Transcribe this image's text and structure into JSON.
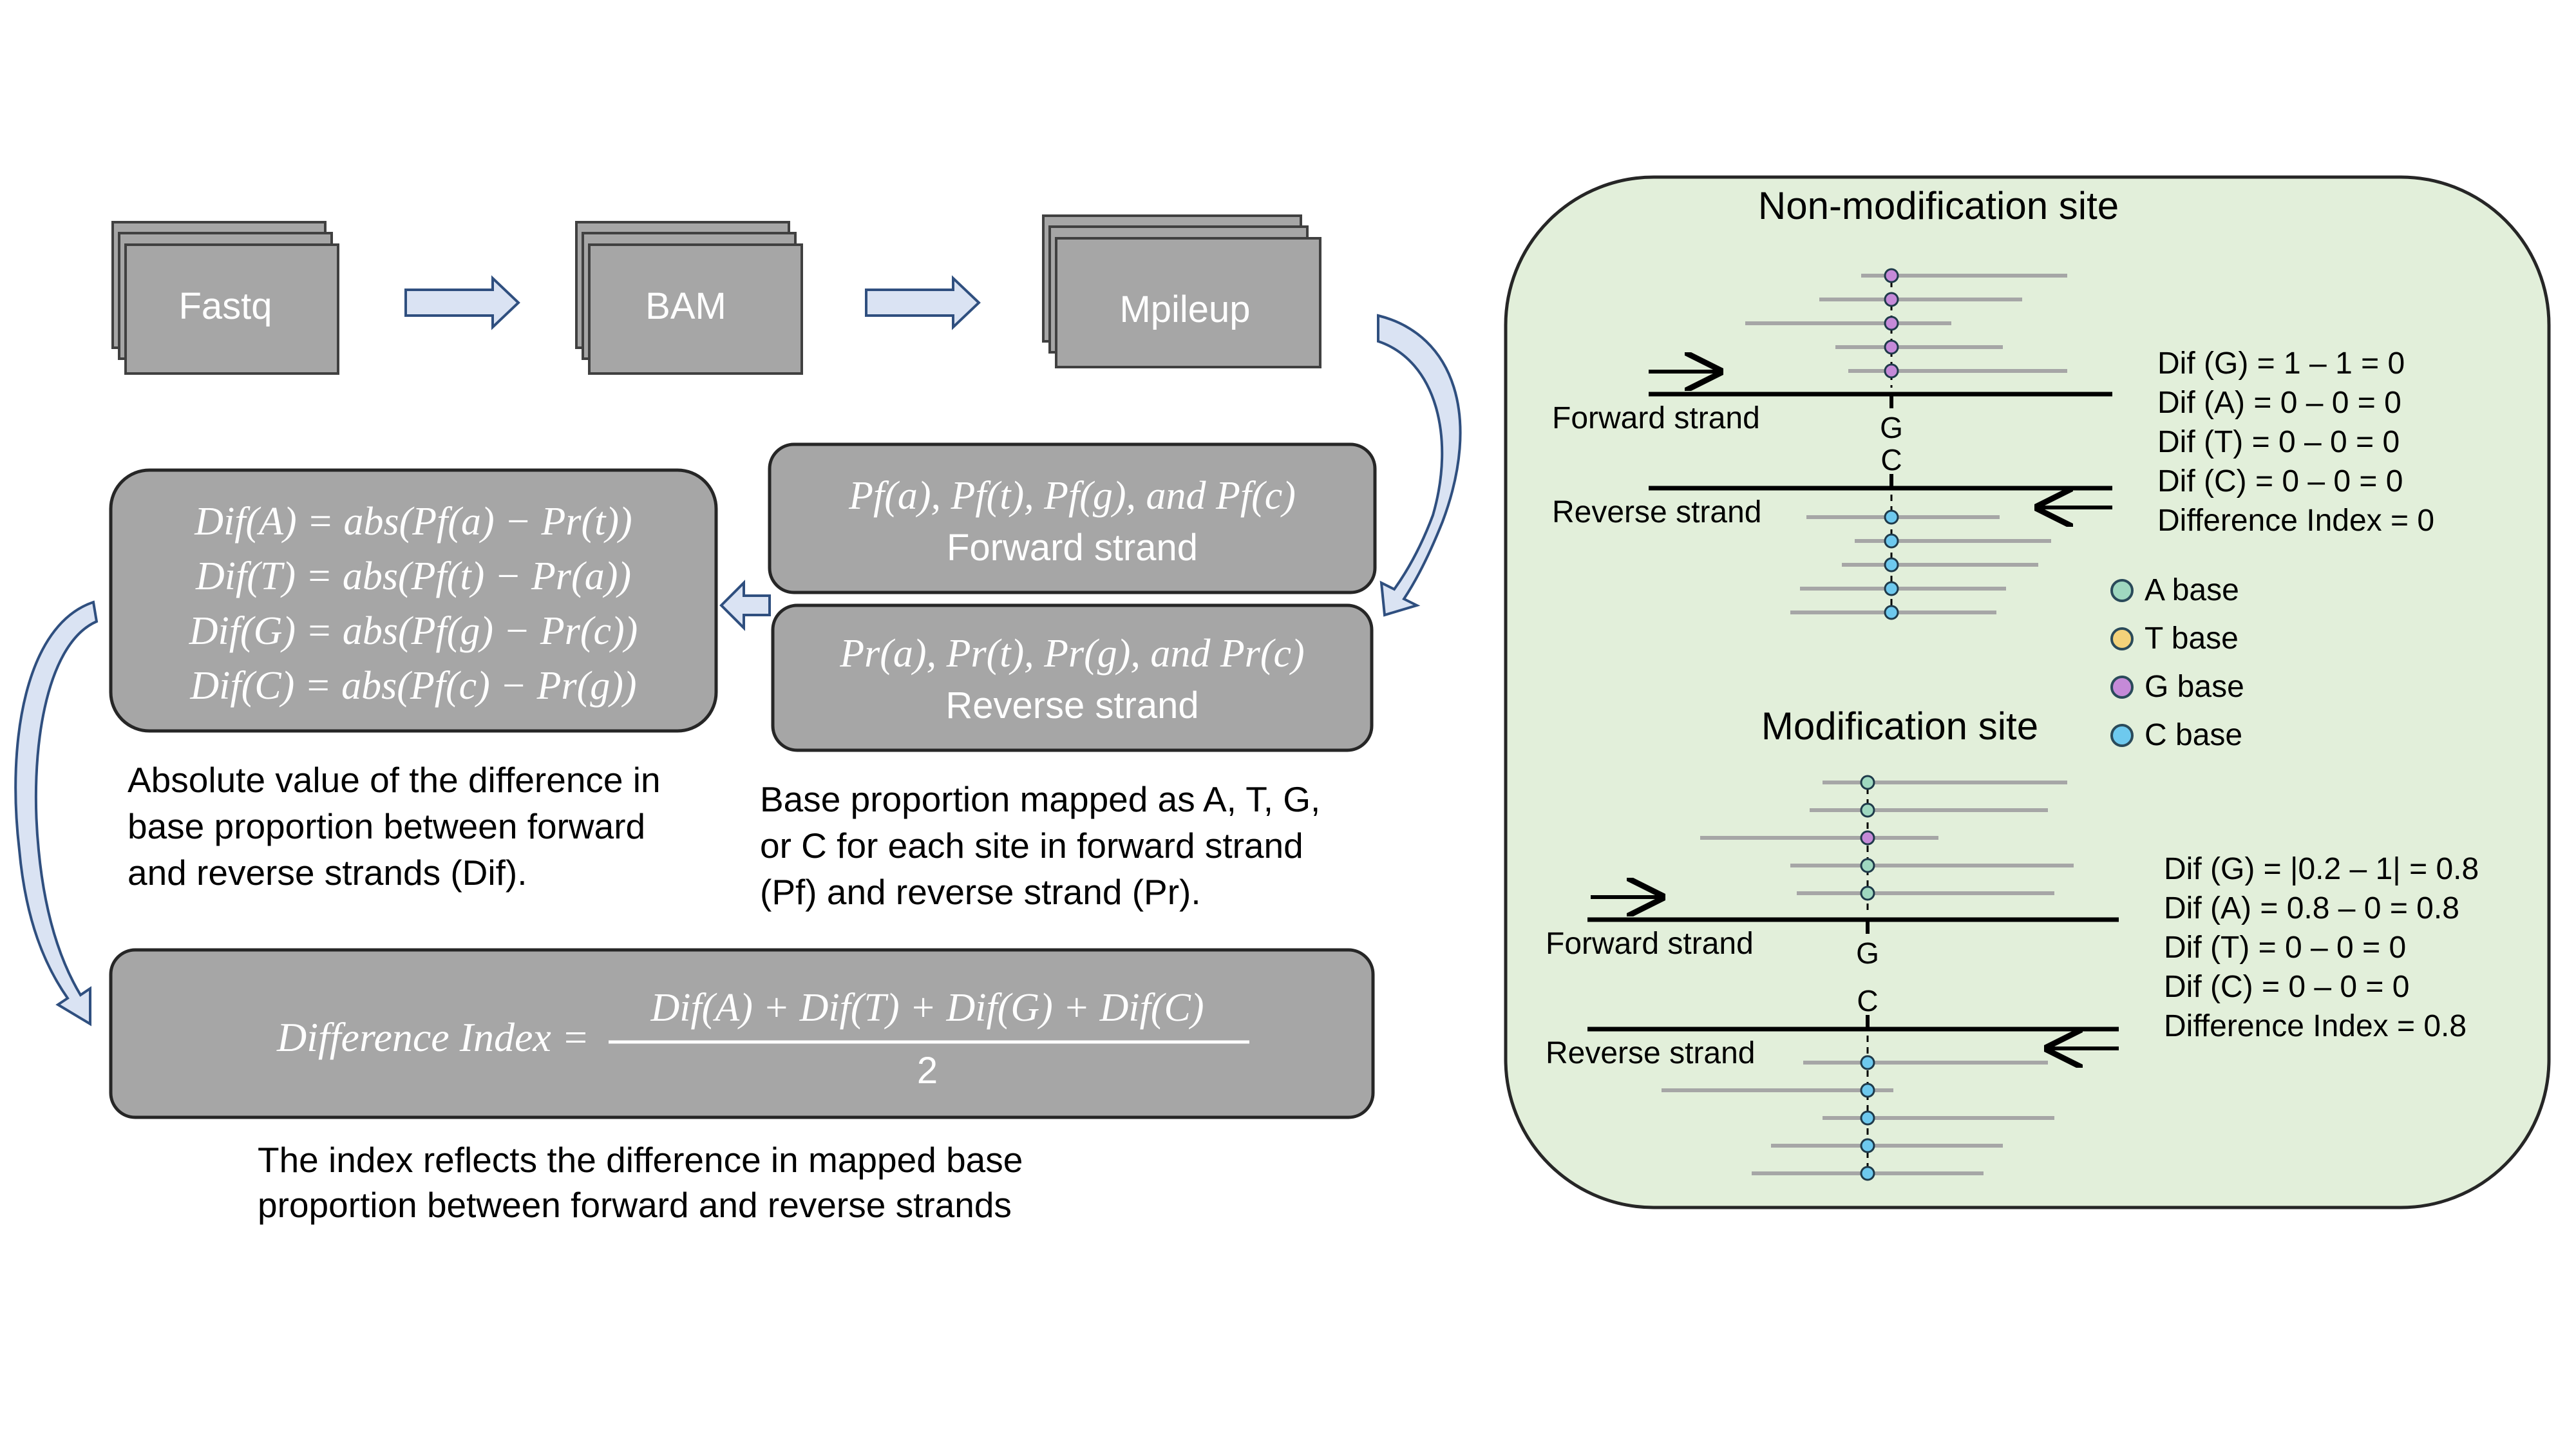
{
  "pipeline": {
    "fastq": "Fastq",
    "bam": "BAM",
    "mpileup": "Mpileup"
  },
  "forward_box": {
    "formula": "Pf(a), Pf(t), Pf(g), and Pf(c)",
    "label": "Forward strand"
  },
  "reverse_box": {
    "formula": "Pr(a), Pr(t), Pr(g), and Pr(c)",
    "label": "Reverse strand"
  },
  "dif_box": {
    "lines": [
      "Dif(A) = abs(Pf(a) − Pr(t))",
      "Dif(T) = abs(Pf(t) − Pr(a))",
      "Dif(G) = abs(Pf(g) − Pr(c))",
      "Dif(C) = abs(Pf(c) − Pr(g))"
    ]
  },
  "captions": {
    "dif": [
      "Absolute value of the difference in",
      "base proportion between forward",
      "and reverse strands (Dif)."
    ],
    "proportion": [
      "Base proportion mapped as A, T, G,",
      "or C for each site in forward strand",
      "(Pf) and reverse strand (Pr)."
    ],
    "index": [
      "The index reflects the difference in mapped base",
      "proportion between forward and reverse strands"
    ]
  },
  "index_box": {
    "lhs": "Difference Index =",
    "numerator": "Dif(A) + Dif(T) + Dif(G) + Dif(C)",
    "denominator": "2"
  },
  "panel": {
    "non_mod": {
      "title": "Non-modification site",
      "forward_label": "Forward strand",
      "reverse_label": "Reverse strand",
      "top_base": "G",
      "bottom_base": "C",
      "equations": [
        "Dif (G) = 1 – 1 = 0",
        "Dif (A) = 0 – 0 = 0",
        "Dif (T) = 0 – 0 = 0",
        "Dif (C) = 0 – 0 = 0",
        "Difference Index = 0"
      ],
      "forward_read_bases": [
        "G",
        "G",
        "G",
        "G",
        "G"
      ],
      "reverse_read_bases": [
        "C",
        "C",
        "C",
        "C",
        "C"
      ]
    },
    "mod": {
      "title": "Modification site",
      "forward_label": "Forward strand",
      "reverse_label": "Reverse strand",
      "top_base": "G",
      "bottom_base": "C",
      "equations": [
        "Dif (G) = |0.2 – 1| = 0.8",
        "Dif (A) = 0.8 – 0 = 0.8",
        "Dif (T) = 0 – 0 = 0",
        "Dif (C) = 0 – 0 = 0",
        "Difference Index = 0.8"
      ],
      "forward_read_bases": [
        "A",
        "A",
        "G",
        "A",
        "A"
      ],
      "reverse_read_bases": [
        "C",
        "C",
        "C",
        "C",
        "C"
      ]
    },
    "legend": [
      {
        "label": "A base",
        "color": "#9fd8c0"
      },
      {
        "label": "T base",
        "color": "#f3d27a"
      },
      {
        "label": "G base",
        "color": "#c58ad8"
      },
      {
        "label": "C base",
        "color": "#6ec9ee"
      }
    ]
  },
  "colors": {
    "box_fill": "#a6a6a6",
    "box_stroke": "#262626",
    "arrow_fill": "#dae3f3",
    "arrow_stroke": "#2f4f7f",
    "panel_fill": "#e2efda",
    "read_line": "#a6a6a6"
  }
}
